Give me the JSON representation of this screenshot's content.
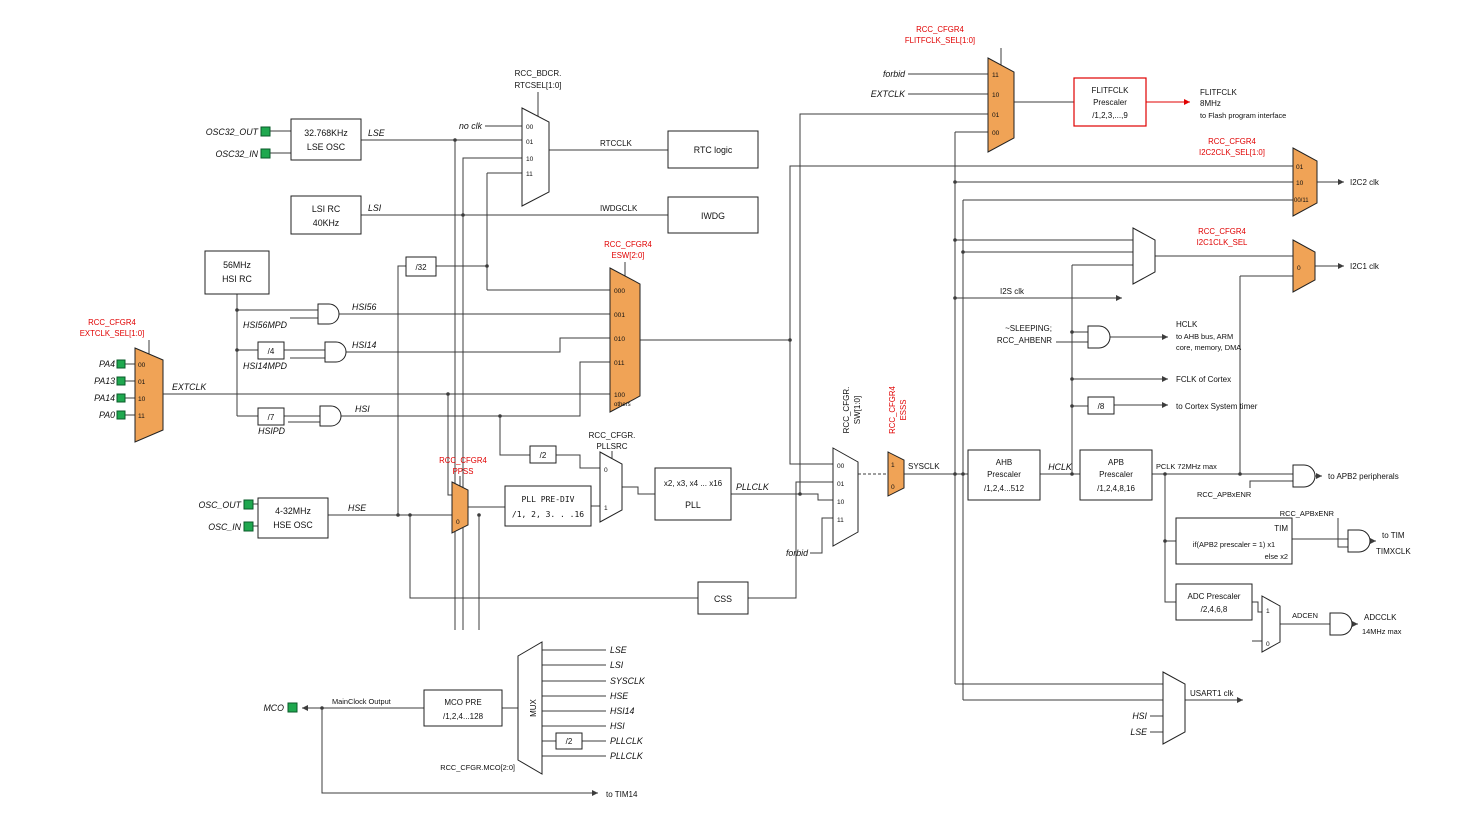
{
  "diagram": {
    "background": "#ffffff",
    "mux_color": "#f0a356",
    "highlight_color": "#e00000",
    "pin_color": "#1fa84f"
  },
  "left": {
    "osc32_out": "OSC32_OUT",
    "osc32_in": "OSC32_IN",
    "lse_osc": [
      "32.768KHz",
      "LSE OSC"
    ],
    "lse": "LSE",
    "lsi_rc": [
      "LSI RC",
      "40KHz"
    ],
    "lsi": "LSI",
    "hsi_rc": [
      "56MHz",
      "HSI RC"
    ],
    "extclk_sel": [
      "RCC_CFGR4",
      "EXTCLK_SEL[1:0]"
    ],
    "extclk_mux_values": [
      "00",
      "01",
      "10",
      "11"
    ],
    "pins": [
      "PA4",
      "PA13",
      "PA14",
      "PA0"
    ],
    "extclk": "EXTCLK",
    "osc_out": "OSC_OUT",
    "osc_in": "OSC_IN",
    "hse_osc": [
      "4-32MHz",
      "HSE OSC"
    ],
    "hse": "HSE"
  },
  "rtc": {
    "rtcsel": [
      "RCC_BDCR.",
      "RTCSEL[1:0]"
    ],
    "no_clk": "no clk",
    "mux_values": [
      "00",
      "01",
      "10",
      "11"
    ],
    "rtcclk": "RTCCLK",
    "rtc_logic": "RTC logic",
    "iwdgclk": "IWDGCLK",
    "iwdg": "IWDG",
    "div32": "/32"
  },
  "hsi": {
    "esw": [
      "RCC_CFGR4",
      "ESW[2:0]"
    ],
    "esw_values": [
      "000",
      "001",
      "010",
      "011",
      "100",
      "others"
    ],
    "hsi56": "HSI56",
    "hsi56mpd": "HSI56MPD",
    "div4": "/4",
    "hsi14": "HSI14",
    "hsi14mpd": "HSI14MPD",
    "div7": "/7",
    "hsi_sig": "HSI",
    "hsipd": "HSIPD"
  },
  "pll": {
    "ppss": [
      "RCC_CFGR4",
      "PPSS"
    ],
    "ppss_value": "0",
    "div2": "/2",
    "pllsrc": [
      "RCC_CFGR.",
      "PLLSRC"
    ],
    "pllsrc_values": [
      "0",
      "1"
    ],
    "prediv": [
      "PLL PRE-DIV",
      "/1, 2, 3. . .16"
    ],
    "pll_box": [
      "x2, x3, x4 ... x16",
      "PLL"
    ],
    "pllclk": "PLLCLK",
    "css": "CSS"
  },
  "sysclk": {
    "sw": [
      "RCC_CFGR.",
      "SW[1:0]"
    ],
    "sw_values": [
      "00",
      "01",
      "10",
      "11"
    ],
    "forbid": "forbid",
    "esss": [
      "RCC_CFGR4",
      "ESSS"
    ],
    "esss_values": [
      "1",
      "0"
    ],
    "sysclk": "SYSCLK"
  },
  "flitf": {
    "sel": [
      "RCC_CFGR4",
      "FLITFCLK_SEL[1:0]"
    ],
    "forbid": "forbid",
    "extclk": "EXTCLK",
    "mux_values": [
      "11",
      "10",
      "01",
      "00"
    ],
    "prescaler": [
      "FLITFCLK",
      "Prescaler",
      "/1,2,3,...,9"
    ],
    "out": [
      "FLITFCLK",
      "8MHz",
      "to Flash program interface"
    ]
  },
  "i2c": {
    "i2c2_sel": [
      "RCC_CFGR4",
      "I2C2CLK_SEL[1:0]"
    ],
    "i2c2_values": [
      "01",
      "10",
      "00/11"
    ],
    "i2c2_clk": "I2C2 clk",
    "i2c1_sel": [
      "RCC_CFGR4",
      "I2C1CLK_SEL"
    ],
    "i2c1_value": "0",
    "i2c1_clk": "I2C1 clk",
    "i2s_clk": "I2S clk"
  },
  "ahb": {
    "sleeping": "~SLEEPING;",
    "ahbenr": "RCC_AHBENR",
    "hclk_out": [
      "HCLK",
      "to AHB bus, ARM",
      "core, memory, DMA"
    ],
    "fclk": "FCLK of Cortex",
    "div8": "/8",
    "systick": "to Cortex System timer",
    "ahb_prescaler": [
      "AHB",
      "Prescaler",
      "/1,2,4...512"
    ],
    "hclk": "HCLK",
    "apb_prescaler": [
      "APB",
      "Prescaler",
      "/1,2,4,8,16"
    ],
    "pclk": "PCLK 72MHz max"
  },
  "apb": {
    "apbxenr1": "RCC_APBxENR",
    "apb2_out": "to APB2 peripherals",
    "apbxenr2": "RCC_APBxENR",
    "tim_box": [
      "TIM",
      "if(APB2 prescaler = 1) x1",
      "else x2"
    ],
    "to_tim": "to TIM",
    "timxclk": "TIMXCLK",
    "adc_prescaler": [
      "ADC Prescaler",
      "/2,4,6,8"
    ],
    "adc_values": [
      "1",
      "0"
    ],
    "adcen": "ADCEN",
    "adcclk": [
      "ADCCLK",
      "14MHz max"
    ],
    "usart1": "USART1 clk",
    "usart_hsi": "HSI",
    "usart_lse": "LSE"
  },
  "mco": {
    "pin": "MCO",
    "main_clock_output": "MainClock Output",
    "mco_pre": [
      "MCO PRE",
      "/1,2,4...128"
    ],
    "mux_label": "MUX",
    "inputs": [
      "LSE",
      "LSI",
      "SYSCLK",
      "HSE",
      "HSI14",
      "HSI",
      "PLLCLK",
      "PLLCLK"
    ],
    "div2": "/2",
    "mco_sel": "RCC_CFGR.MCO[2:0]",
    "to_tim14": "to TIM14"
  }
}
